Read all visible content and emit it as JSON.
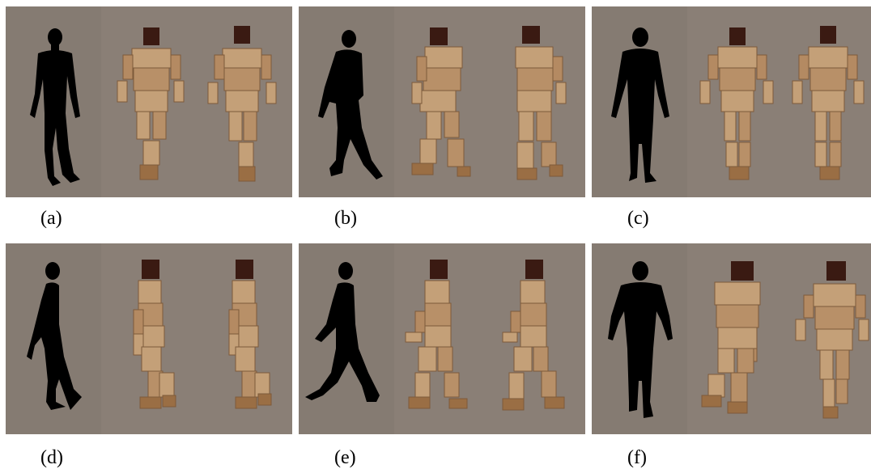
{
  "colors": {
    "background": "#8a7f76",
    "left_strip": "#857b72",
    "silhouette": "#000000",
    "head": "#3a1a12",
    "block": "#c4a078",
    "block_edge": "#7d5a3a",
    "block_shadow": "#9a6e44"
  },
  "figure": {
    "panels": [
      {
        "id": "a",
        "caption": "(a)",
        "pose": "walk-front"
      },
      {
        "id": "b",
        "caption": "(b)",
        "pose": "walk-turned"
      },
      {
        "id": "c",
        "caption": "(c)",
        "pose": "stand-front"
      },
      {
        "id": "d",
        "caption": "(d)",
        "pose": "walk-side"
      },
      {
        "id": "e",
        "caption": "(e)",
        "pose": "stride-side"
      },
      {
        "id": "f",
        "caption": "(f)",
        "pose": "walk-front-wide"
      }
    ]
  }
}
